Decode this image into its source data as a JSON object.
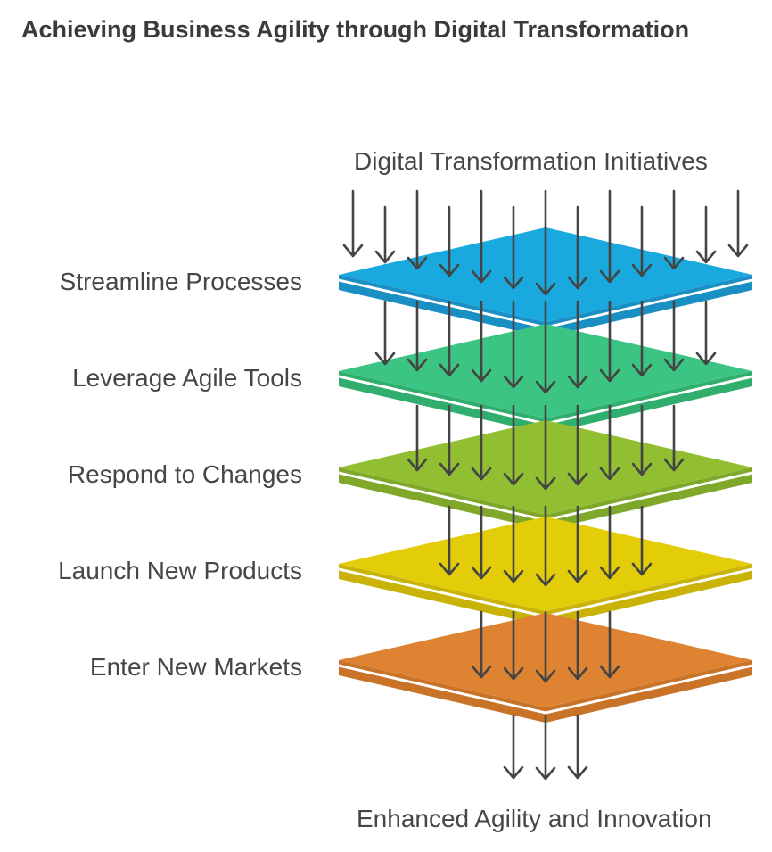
{
  "title": "Achieving Business Agility through Digital Transformation",
  "input_label": "Digital Transformation Initiatives",
  "output_label": "Enhanced Agility and Innovation",
  "layers": [
    {
      "label": "Streamline Processes",
      "color": "#1aa9df",
      "side": "#1a8fc4"
    },
    {
      "label": "Leverage Agile Tools",
      "color": "#3cc482",
      "side": "#2fae6e"
    },
    {
      "label": "Respond to Changes",
      "color": "#92be31",
      "side": "#7fa82a"
    },
    {
      "label": "Launch New Products",
      "color": "#e3cd08",
      "side": "#c9b308"
    },
    {
      "label": "Enter New Markets",
      "color": "#dd8331",
      "side": "#c87327"
    }
  ],
  "arrow_color": "#444444"
}
